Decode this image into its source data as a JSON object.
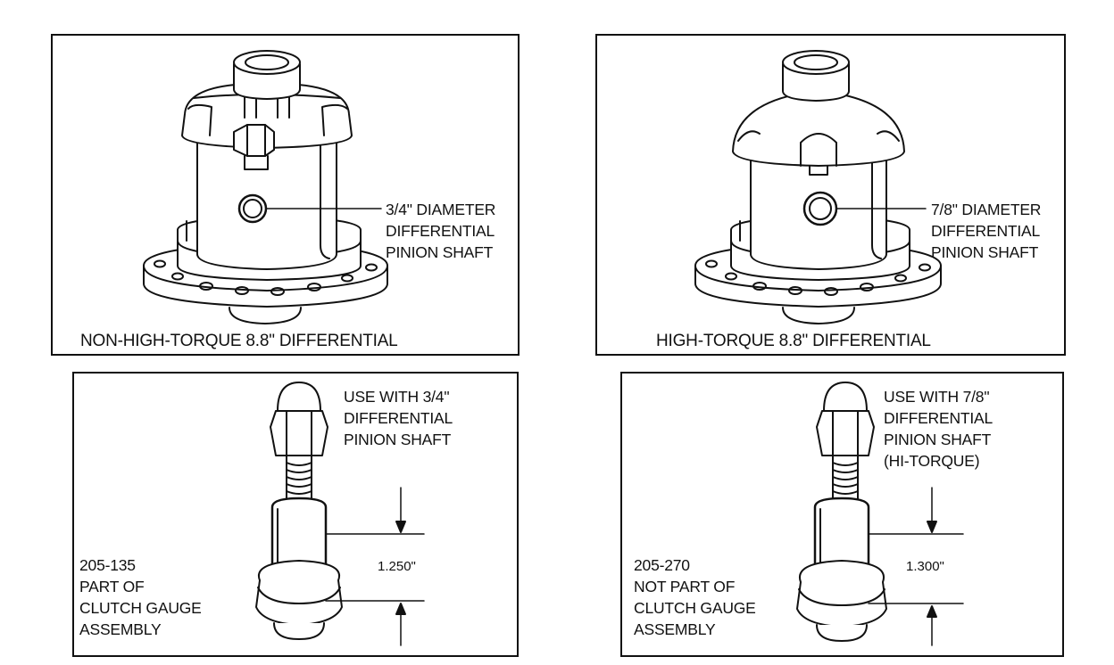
{
  "panels": [
    {
      "caption": "NON-HIGH-TORQUE 8.8\" DIFFERENTIAL",
      "callout": [
        "3/4\" DIAMETER",
        "DIFFERENTIAL",
        "PINION SHAFT"
      ]
    },
    {
      "caption": "HIGH-TORQUE 8.8\" DIFFERENTIAL",
      "callout": [
        "7/8\" DIAMETER",
        "DIFFERENTIAL",
        "PINION SHAFT"
      ]
    }
  ],
  "gauges": [
    {
      "use_text": [
        "USE WITH 3/4\"",
        "DIFFERENTIAL",
        "PINION SHAFT"
      ],
      "dimension": "1.250\"",
      "part_text": [
        "205-135",
        "PART OF",
        "CLUTCH GAUGE",
        "ASSEMBLY"
      ]
    },
    {
      "use_text": [
        "USE WITH 7/8\"",
        "DIFFERENTIAL",
        "PINION SHAFT",
        "(HI-TORQUE)"
      ],
      "dimension": "1.300\"",
      "part_text": [
        "205-270",
        "NOT PART OF",
        "CLUTCH GAUGE",
        "ASSEMBLY"
      ]
    }
  ]
}
